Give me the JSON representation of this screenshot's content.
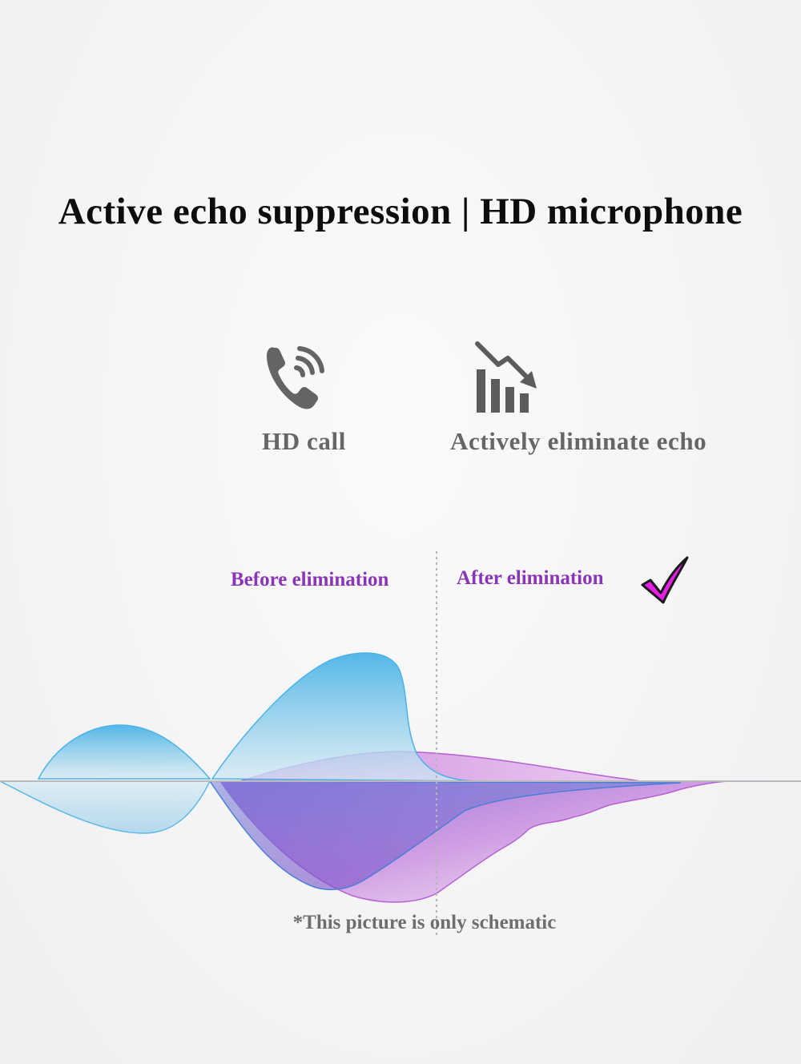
{
  "headline": "Active echo suppression | HD microphone",
  "features": [
    {
      "icon": "phone-call-icon",
      "label": "HD call"
    },
    {
      "icon": "declining-bar-chart-icon",
      "label": "Actively eliminate echo"
    }
  ],
  "comparison": {
    "before_label": "Before elimination",
    "after_label": "After elimination",
    "after_marker_icon": "checkmark-icon",
    "marker_color": "#e61ee6",
    "label_color": "#8a35b8",
    "echo_wave_color": "#4fb6e3",
    "voice_wave_color": "#b75fd4"
  },
  "footnote": "*This picture is only schematic"
}
